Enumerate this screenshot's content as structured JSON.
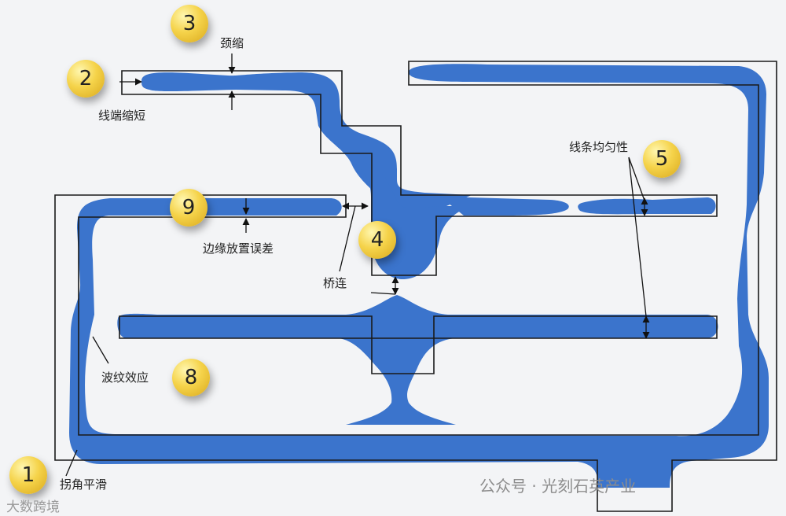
{
  "badges": [
    "1",
    "2",
    "3",
    "4",
    "5",
    "8",
    "9"
  ],
  "labels": {
    "corner_smoothing": "拐角平滑",
    "line_end_shortening": "线端缩短",
    "necking": "颈缩",
    "bridging": "桥连",
    "line_uniformity": "线条均匀性",
    "ripple_effect": "波纹效应",
    "edge_placement_error": "边缘放置误差"
  },
  "watermarks": {
    "wechat": "公众号 · 光刻石英产业",
    "brand": "大数跨境"
  },
  "colors": {
    "pattern_fill": "#3b74cc",
    "mask_outline": "#1a1a1a",
    "badge_gold": "#f2cc40",
    "background": "#f3f4f6"
  }
}
